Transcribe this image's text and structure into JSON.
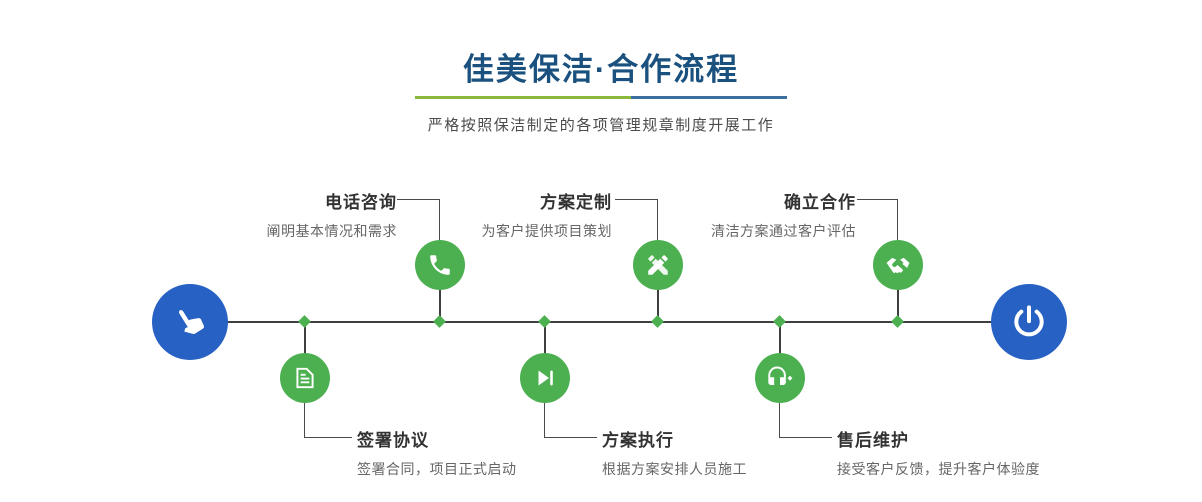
{
  "header": {
    "title": "佳美保洁·合作流程",
    "subtitle": "严格按照保洁制定的各项管理规章制度开展工作"
  },
  "timeline": {
    "start_icon": "pointer-hand-icon",
    "end_icon": "power-icon",
    "steps_top": [
      {
        "label": "电话咨询",
        "desc": "阐明基本情况和需求",
        "icon": "phone-icon"
      },
      {
        "label": "方案定制",
        "desc": "为客户提供项目策划",
        "icon": "pencil-tools-icon"
      },
      {
        "label": "确立合作",
        "desc": "清洁方案通过客户评估",
        "icon": "handshake-icon"
      }
    ],
    "steps_bottom": [
      {
        "label": "签署协议",
        "desc": "签署合同，项目正式启动",
        "icon": "contract-icon"
      },
      {
        "label": "方案执行",
        "desc": "根据方案安排人员施工",
        "icon": "play-next-icon"
      },
      {
        "label": "售后维护",
        "desc": "接受客户反馈，提升客户体验度",
        "icon": "headset-plus-icon"
      }
    ]
  },
  "colors": {
    "title_blue": "#1a517e",
    "node_green": "#4caf50",
    "endpoint_blue": "#2761c3",
    "divider_green": "#8ab93c",
    "divider_blue": "#3a6f9f",
    "line_dark": "#3f3f3f"
  }
}
